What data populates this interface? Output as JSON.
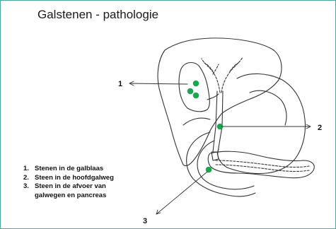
{
  "title": "Galstenen - pathologie",
  "markers": {
    "one": "1",
    "two": "2",
    "three": "3"
  },
  "legend": [
    {
      "num": "1.",
      "text": "Stenen in de galblaas"
    },
    {
      "num": "2.",
      "text": "Steen in de hoofdgalweg"
    },
    {
      "num": "3.",
      "text": "Steen in de afvoer van galwegen en pancreas"
    }
  ],
  "colors": {
    "stone": "#1aa84f",
    "outline": "#333333",
    "border": "#4aa79a"
  }
}
